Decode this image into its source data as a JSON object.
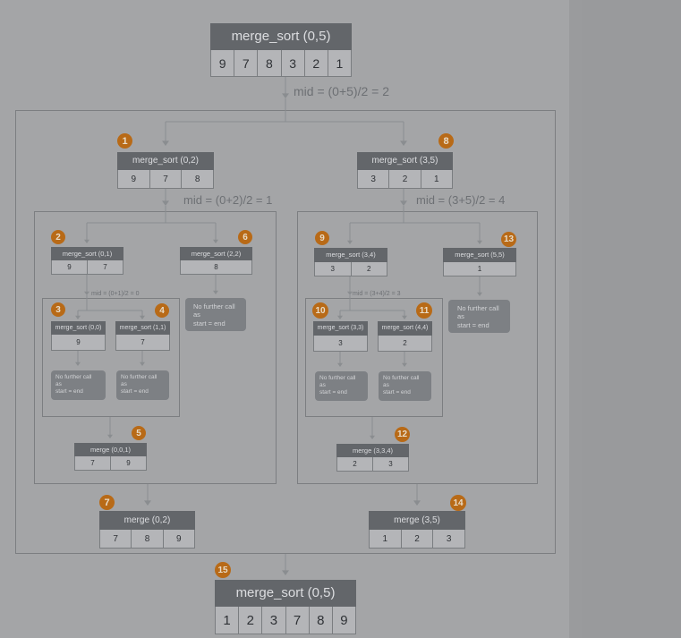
{
  "theme": {
    "line": "#8a8d90",
    "header": "#63666a",
    "badge": "#b86a17",
    "note": "#7d8084"
  },
  "top": {
    "title": "merge_sort (0,5)",
    "values": [
      "9",
      "7",
      "8",
      "3",
      "2",
      "1"
    ],
    "mid": "mid = (0+5)/2 = 2"
  },
  "left": {
    "b1": {
      "badge": "1",
      "title": "merge_sort (0,2)",
      "values": [
        "9",
        "7",
        "8"
      ],
      "mid": "mid = (0+2)/2 = 1"
    },
    "b2": {
      "badge": "2",
      "title": "merge_sort (0,1)",
      "values": [
        "9",
        "7"
      ],
      "mid": "mid = (0+1)/2 = 0"
    },
    "b3": {
      "badge": "3",
      "title": "merge_sort (0,0)",
      "values": [
        "9"
      ],
      "note": "No further call\nas\nstart = end"
    },
    "b4": {
      "badge": "4",
      "title": "merge_sort (1,1)",
      "values": [
        "7"
      ],
      "note": "No further call\nas\nstart = end"
    },
    "b5": {
      "badge": "5",
      "title": "merge (0,0,1)",
      "values": [
        "7",
        "9"
      ]
    },
    "b6": {
      "badge": "6",
      "title": "merge_sort (2,2)",
      "values": [
        "8"
      ],
      "note": "No further call\nas\nstart = end"
    },
    "b7": {
      "badge": "7",
      "title": "merge (0,2)",
      "values": [
        "7",
        "8",
        "9"
      ]
    }
  },
  "right": {
    "b8": {
      "badge": "8",
      "title": "merge_sort (3,5)",
      "values": [
        "3",
        "2",
        "1"
      ],
      "mid": "mid = (3+5)/2 = 4"
    },
    "b9": {
      "badge": "9",
      "title": "merge_sort (3,4)",
      "values": [
        "3",
        "2"
      ],
      "mid": "mid = (3+4)/2 = 3"
    },
    "b10": {
      "badge": "10",
      "title": "merge_sort (3,3)",
      "values": [
        "3"
      ],
      "note": "No further call\nas\nstart = end"
    },
    "b11": {
      "badge": "11",
      "title": "merge_sort (4,4)",
      "values": [
        "2"
      ],
      "note": "No further call\nas\nstart = end"
    },
    "b12": {
      "badge": "12",
      "title": "merge (3,3,4)",
      "values": [
        "2",
        "3"
      ]
    },
    "b13": {
      "badge": "13",
      "title": "merge_sort (5,5)",
      "values": [
        "1"
      ],
      "note": "No further call\nas\nstart = end"
    },
    "b14": {
      "badge": "14",
      "title": "merge (3,5)",
      "values": [
        "1",
        "2",
        "3"
      ]
    }
  },
  "final": {
    "badge": "15",
    "title": "merge_sort (0,5)",
    "values": [
      "1",
      "2",
      "3",
      "7",
      "8",
      "9"
    ]
  }
}
